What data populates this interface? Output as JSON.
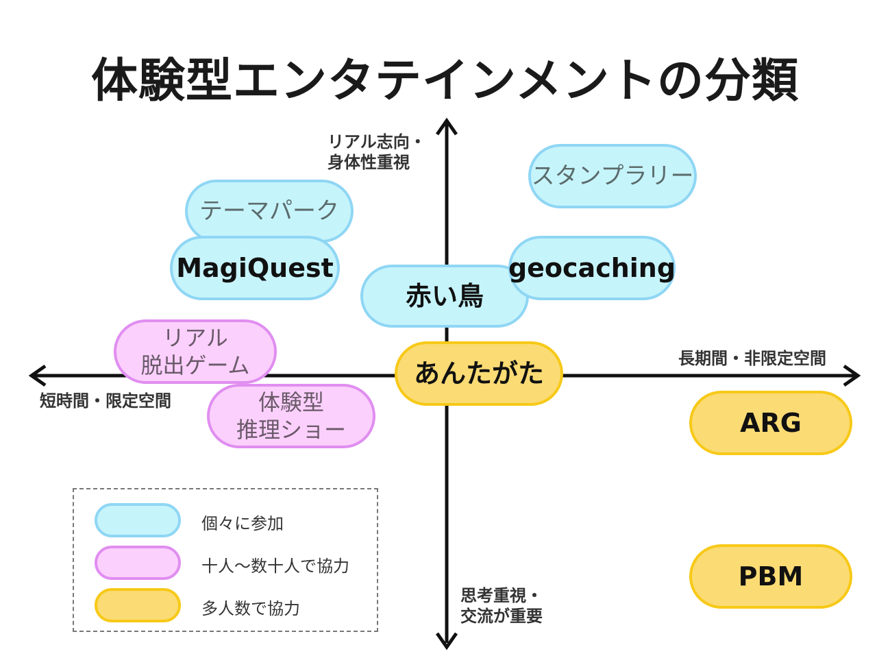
{
  "title": "体験型エンタテインメントの分類",
  "axes": {
    "top": [
      "リアル志向・",
      "身体性重視"
    ],
    "bottom": [
      "思考重視・",
      "交流が重要"
    ],
    "left": "短時間・限定空間",
    "right": "長期間・非限定空間"
  },
  "items": {
    "theme_park": "テーマパーク",
    "stamp_rally": "スタンプラリー",
    "magiquest": "MagiQuest",
    "geocaching": "geocaching",
    "akai_tori": "赤い鳥",
    "real_escape": [
      "リアル",
      "脱出ゲーム"
    ],
    "anta_gata": "あんたがた",
    "mystery_show": [
      "体験型",
      "推理ショー"
    ],
    "arg": "ARG",
    "pbm": "PBM"
  },
  "legend": {
    "individual": "個々に参加",
    "small_group": "十人～数十人で協力",
    "large_group": "多人数で協力"
  },
  "colors": {
    "individual_fill": "#c6f4fb",
    "small_group_fill": "#fcd0fc",
    "large_group_fill": "#fbdb74"
  }
}
